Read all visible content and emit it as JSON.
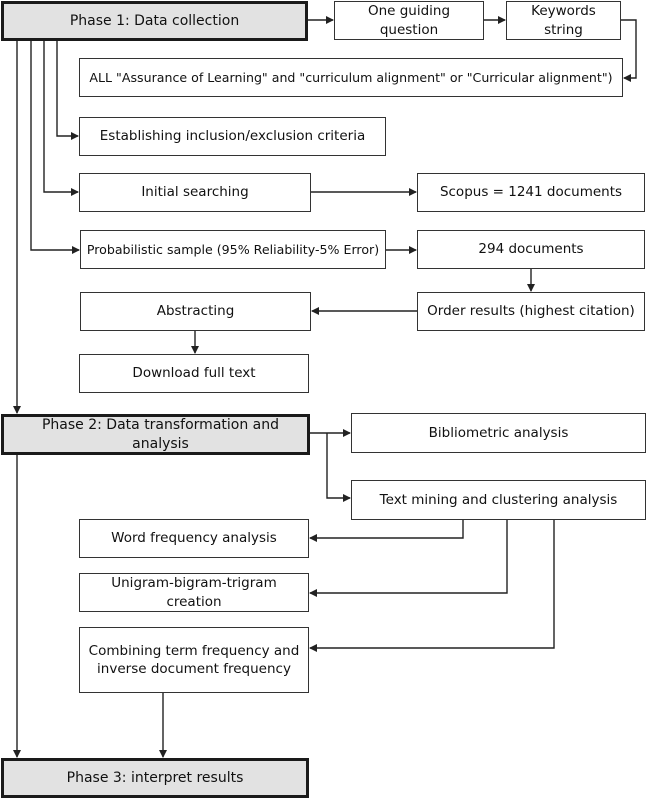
{
  "phases": {
    "phase1": "Phase 1: Data collection",
    "phase2": "Phase 2: Data transformation and analysis",
    "phase3": "Phase 3: interpret results"
  },
  "phase1_steps": {
    "guiding_question": "One guiding question",
    "keywords_string": "Keywords string",
    "query": "ALL \"Assurance of Learning\" and \"curriculum alignment\" or \"Curricular alignment\")",
    "criteria": "Establishing inclusion/exclusion criteria",
    "initial_search": "Initial searching",
    "scopus": "Scopus = 1241 documents",
    "sample": "Probabilistic sample (95% Reliability-5% Error)",
    "documents_294": "294 documents",
    "order_results": "Order results (highest citation)",
    "abstracting": "Abstracting",
    "download": "Download full text"
  },
  "phase2_steps": {
    "bibliometric": "Bibliometric analysis",
    "text_mining": "Text mining and clustering analysis",
    "word_frequency": "Word frequency analysis",
    "ngram": "Unigram-bigram-trigram creation",
    "tfidf": "Combining term frequency and inverse document frequency"
  }
}
